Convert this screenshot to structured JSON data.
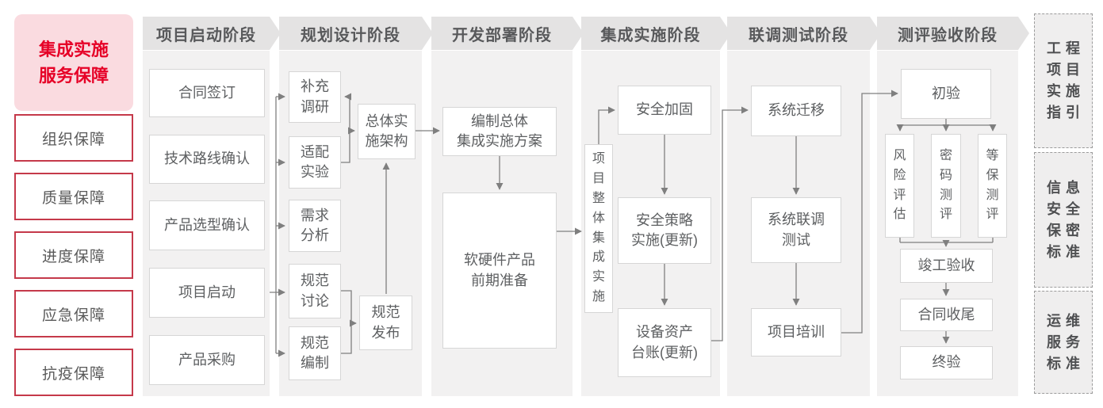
{
  "colors": {
    "accent_red": "#e60127",
    "title_pink_bg": "#fadbe0",
    "guarantee_border_red": "#c5394a",
    "phase_header_bg": "#e4e3e3",
    "phase_column_bg": "#f2f1f1",
    "flow_box_border": "#d6d6d6",
    "text_gray": "#595959",
    "connector_gray": "#7f7f7f"
  },
  "sidebar": {
    "title": "集成实施\n服务保障",
    "items": [
      {
        "label": "组织保障"
      },
      {
        "label": "质量保障"
      },
      {
        "label": "进度保障"
      },
      {
        "label": "应急保障"
      },
      {
        "label": "抗疫保障"
      }
    ]
  },
  "phases": [
    {
      "header": "项目启动阶段",
      "boxes": [
        {
          "label": "合同签订"
        },
        {
          "label": "技术路线确认"
        },
        {
          "label": "产品选型确认"
        },
        {
          "label": "项目启动"
        },
        {
          "label": "产品采购"
        }
      ]
    },
    {
      "header": "规划设计阶段",
      "boxes": [
        {
          "label": "补充\n调研"
        },
        {
          "label": "适配\n实验"
        },
        {
          "label": "需求\n分析"
        },
        {
          "label": "规范\n讨论"
        },
        {
          "label": "规范\n编制"
        },
        {
          "label": "总体实\n施架构"
        },
        {
          "label": "规范\n发布"
        }
      ]
    },
    {
      "header": "开发部署阶段",
      "boxes": [
        {
          "label": "编制总体\n集成实施方案"
        },
        {
          "label": "软硬件产品\n前期准备"
        }
      ]
    },
    {
      "header": "集成实施阶段",
      "boxes": [
        {
          "label": "项\n目\n整\n体\n集\n成\n实\n施"
        },
        {
          "label": "安全加固"
        },
        {
          "label": "安全策略\n实施(更新)"
        },
        {
          "label": "设备资产\n台账(更新)"
        }
      ]
    },
    {
      "header": "联调测试阶段",
      "boxes": [
        {
          "label": "系统迁移"
        },
        {
          "label": "系统联调\n测试"
        },
        {
          "label": "项目培训"
        }
      ]
    },
    {
      "header": "测评验收阶段",
      "boxes": [
        {
          "label": "初验"
        },
        {
          "label": "风\n险\n评\n估"
        },
        {
          "label": "密\n码\n测\n评"
        },
        {
          "label": "等\n保\n测\n评"
        },
        {
          "label": "竣工验收"
        },
        {
          "label": "合同收尾"
        },
        {
          "label": "终验"
        }
      ]
    }
  ],
  "standards": [
    {
      "label": "工程\n项目\n实施\n指引"
    },
    {
      "label": "信息\n安全\n保密\n标准"
    },
    {
      "label": "运维\n服务\n标准"
    }
  ]
}
